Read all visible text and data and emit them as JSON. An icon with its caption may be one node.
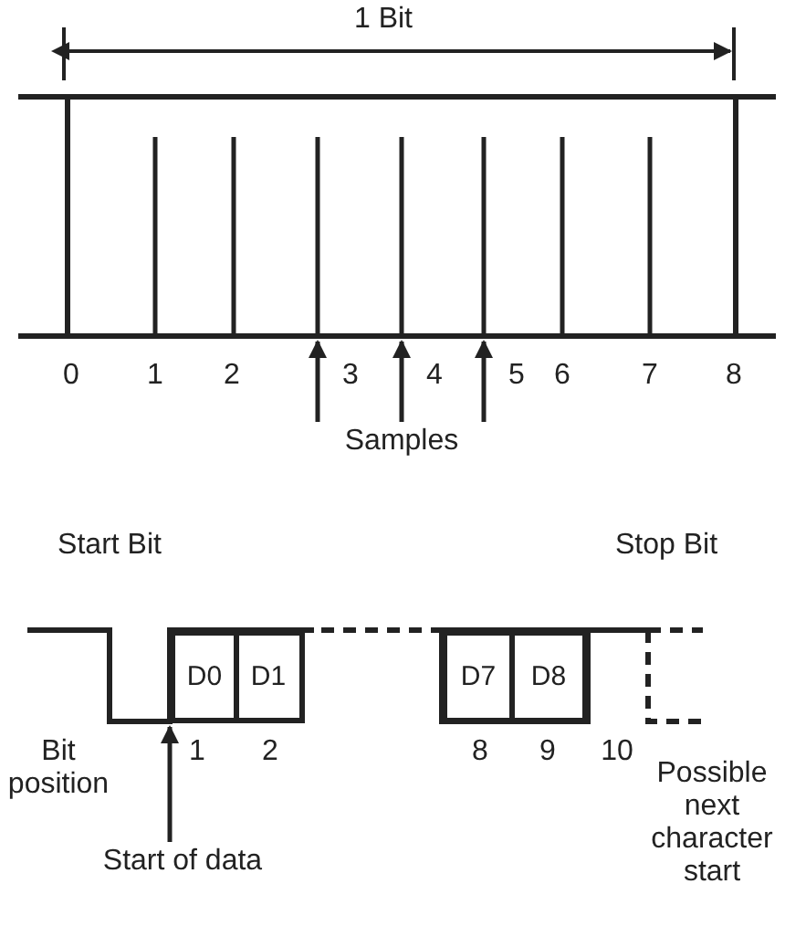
{
  "diagram": {
    "nodes": [
      {
        "text": [
          "D0"
        ]
      },
      {
        "text": [
          "D1"
        ]
      },
      {
        "text": [
          "D7"
        ]
      },
      {
        "text": [
          "D8"
        ]
      },
      {
        "text": [
          "Start of data"
        ]
      },
      {
        "text": [
          "Samples"
        ]
      }
    ],
    "edges": [
      {
        "from": 5,
        "to": null,
        "arrow": "to"
      },
      {
        "from": 5,
        "to": null,
        "arrow": "to"
      },
      {
        "from": 5,
        "to": null,
        "arrow": "to"
      },
      {
        "from": 4,
        "to": 0,
        "arrow": "to"
      }
    ],
    "labels": [
      "1 Bit",
      "0",
      "1",
      "2",
      "3",
      "4",
      "5",
      "6",
      "7",
      "8",
      "Start Bit",
      "Stop Bit",
      "Bit position",
      "1",
      "2",
      "8",
      "9",
      "10",
      "Possible next character start"
    ]
  }
}
